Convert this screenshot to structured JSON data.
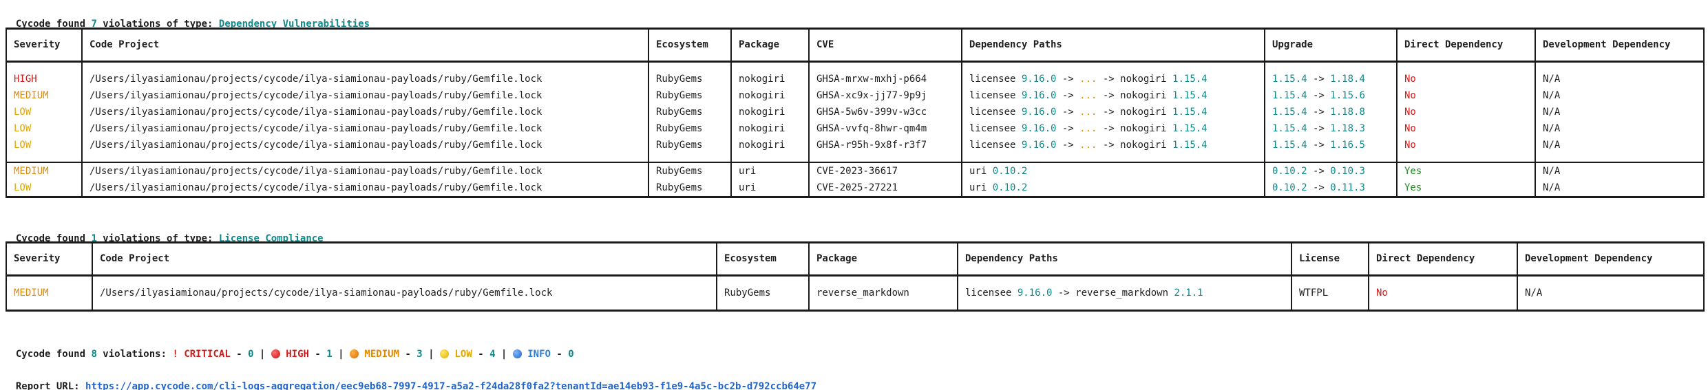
{
  "summary1": {
    "prefix": "Cycode found ",
    "count": "7",
    "middle": " violations of type: ",
    "type": "Dependency Vulnerabilities"
  },
  "table1": {
    "headers": [
      "Severity",
      "Code Project",
      "Ecosystem",
      "Package",
      "CVE",
      "Dependency Paths",
      "Upgrade",
      "Direct Dependency",
      "Development Dependency"
    ],
    "rows": [
      {
        "severity": "HIGH",
        "sev_color": "#d21a1a",
        "project": "/Users/ilyasiamionau/projects/cycode/ilya-siamionau-payloads/ruby/Gemfile.lock",
        "ecosystem": "RubyGems",
        "package": "nokogiri",
        "cve": "GHSA-mrxw-mxhj-p664",
        "path_a": "licensee ",
        "path_v1": "9.16.0",
        "path_b": " -> ",
        "path_dots": "...",
        "path_c": " -> nokogiri ",
        "path_v2": "1.15.4",
        "up_from": "1.15.4",
        "up_arrow": " -> ",
        "up_to": "1.18.4",
        "direct": "No",
        "direct_color": "#d21a1a",
        "dev": "N/A"
      },
      {
        "severity": "MEDIUM",
        "sev_color": "#e08a00",
        "project": "/Users/ilyasiamionau/projects/cycode/ilya-siamionau-payloads/ruby/Gemfile.lock",
        "ecosystem": "RubyGems",
        "package": "nokogiri",
        "cve": "GHSA-xc9x-jj77-9p9j",
        "path_a": "licensee ",
        "path_v1": "9.16.0",
        "path_b": " -> ",
        "path_dots": "...",
        "path_c": " -> nokogiri ",
        "path_v2": "1.15.4",
        "up_from": "1.15.4",
        "up_arrow": " -> ",
        "up_to": "1.15.6",
        "direct": "No",
        "direct_color": "#d21a1a",
        "dev": "N/A"
      },
      {
        "severity": "LOW",
        "sev_color": "#e0a800",
        "project": "/Users/ilyasiamionau/projects/cycode/ilya-siamionau-payloads/ruby/Gemfile.lock",
        "ecosystem": "RubyGems",
        "package": "nokogiri",
        "cve": "GHSA-5w6v-399v-w3cc",
        "path_a": "licensee ",
        "path_v1": "9.16.0",
        "path_b": " -> ",
        "path_dots": "...",
        "path_c": " -> nokogiri ",
        "path_v2": "1.15.4",
        "up_from": "1.15.4",
        "up_arrow": " -> ",
        "up_to": "1.18.8",
        "direct": "No",
        "direct_color": "#d21a1a",
        "dev": "N/A"
      },
      {
        "severity": "LOW",
        "sev_color": "#e0a800",
        "project": "/Users/ilyasiamionau/projects/cycode/ilya-siamionau-payloads/ruby/Gemfile.lock",
        "ecosystem": "RubyGems",
        "package": "nokogiri",
        "cve": "GHSA-vvfq-8hwr-qm4m",
        "path_a": "licensee ",
        "path_v1": "9.16.0",
        "path_b": " -> ",
        "path_dots": "...",
        "path_c": " -> nokogiri ",
        "path_v2": "1.15.4",
        "up_from": "1.15.4",
        "up_arrow": " -> ",
        "up_to": "1.18.3",
        "direct": "No",
        "direct_color": "#d21a1a",
        "dev": "N/A"
      },
      {
        "severity": "LOW",
        "sev_color": "#e0a800",
        "project": "/Users/ilyasiamionau/projects/cycode/ilya-siamionau-payloads/ruby/Gemfile.lock",
        "ecosystem": "RubyGems",
        "package": "nokogiri",
        "cve": "GHSA-r95h-9x8f-r3f7",
        "path_a": "licensee ",
        "path_v1": "9.16.0",
        "path_b": " -> ",
        "path_dots": "...",
        "path_c": " -> nokogiri ",
        "path_v2": "1.15.4",
        "up_from": "1.15.4",
        "up_arrow": " -> ",
        "up_to": "1.16.5",
        "direct": "No",
        "direct_color": "#d21a1a",
        "dev": "N/A"
      },
      {
        "severity": "MEDIUM",
        "sev_color": "#e08a00",
        "project": "/Users/ilyasiamionau/projects/cycode/ilya-siamionau-payloads/ruby/Gemfile.lock",
        "ecosystem": "RubyGems",
        "package": "uri",
        "cve": "CVE-2023-36617",
        "path_a": "uri ",
        "path_v1": "0.10.2",
        "path_b": "",
        "path_dots": "",
        "path_c": "",
        "path_v2": "",
        "up_from": "0.10.2",
        "up_arrow": " -> ",
        "up_to": "0.10.3",
        "direct": "Yes",
        "direct_color": "#1f8a1f",
        "dev": "N/A"
      },
      {
        "severity": "LOW",
        "sev_color": "#e0a800",
        "project": "/Users/ilyasiamionau/projects/cycode/ilya-siamionau-payloads/ruby/Gemfile.lock",
        "ecosystem": "RubyGems",
        "package": "uri",
        "cve": "CVE-2025-27221",
        "path_a": "uri ",
        "path_v1": "0.10.2",
        "path_b": "",
        "path_dots": "",
        "path_c": "",
        "path_v2": "",
        "up_from": "0.10.2",
        "up_arrow": " -> ",
        "up_to": "0.11.3",
        "direct": "Yes",
        "direct_color": "#1f8a1f",
        "dev": "N/A"
      }
    ]
  },
  "summary2": {
    "prefix": "Cycode found ",
    "count": "1",
    "middle": " violations of type: ",
    "type": "License Compliance"
  },
  "table2": {
    "headers": [
      "Severity",
      "Code Project",
      "Ecosystem",
      "Package",
      "Dependency Paths",
      "License",
      "Direct Dependency",
      "Development Dependency"
    ],
    "rows": [
      {
        "severity": "MEDIUM",
        "sev_color": "#e08a00",
        "project": "/Users/ilyasiamionau/projects/cycode/ilya-siamionau-payloads/ruby/Gemfile.lock",
        "ecosystem": "RubyGems",
        "package": "reverse_markdown",
        "path_a": "licensee ",
        "path_v1": "9.16.0",
        "path_c": " -> reverse_markdown ",
        "path_v2": "2.1.1",
        "license": "WTFPL",
        "direct": "No",
        "direct_color": "#d21a1a",
        "dev": "N/A"
      }
    ]
  },
  "total": {
    "prefix": "Cycode found ",
    "count": "8",
    "middle": " violations: ",
    "critical_icon": "!",
    "critical_label": "CRITICAL",
    "critical_sep": " - ",
    "critical_count": "0",
    "high_label": "HIGH",
    "high_count": "1",
    "medium_label": "MEDIUM",
    "medium_count": "3",
    "low_label": "LOW",
    "low_count": "4",
    "info_label": "INFO",
    "info_count": "0",
    "divider": " | ",
    "icons": {
      "critical": "exclamation-icon",
      "high": "red-circle-icon",
      "medium": "orange-circle-icon",
      "low": "yellow-circle-icon",
      "info": "blue-circle-icon"
    },
    "colors": {
      "critical": "#d21a1a",
      "high": "#d21a1a",
      "medium": "#e08a00",
      "low": "#e0a800",
      "info": "#2d7fd6"
    }
  },
  "report": {
    "label": "Report URL: ",
    "url": "https://app.cycode.com/cli-logs-aggregation/eec9eb68-7997-4917-a5a2-f24da28f0fa2?tenantId=ae14eb93-f1e9-4a5c-bc2b-d792ccb64e77"
  }
}
